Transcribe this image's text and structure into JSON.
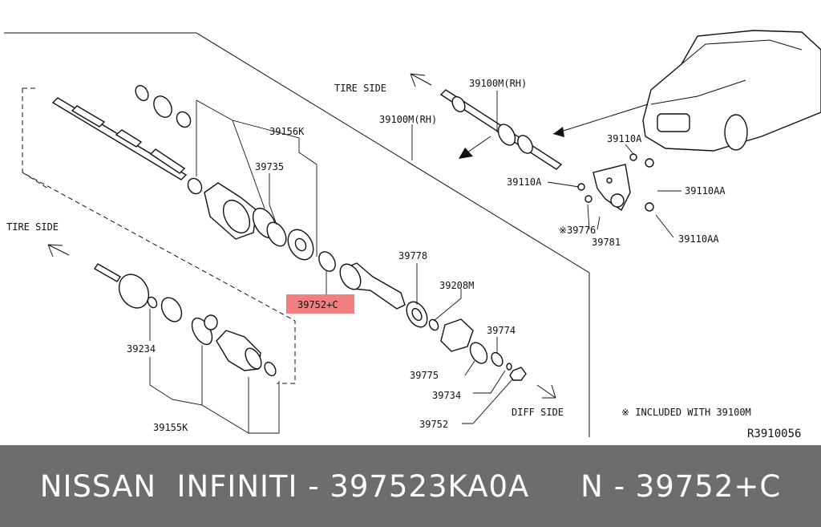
{
  "diagram": {
    "labels": {
      "tire_side_top": "TIRE SIDE",
      "tire_side_left": "TIRE SIDE",
      "diff_side": "DIFF SIDE",
      "shaft_rh_top": "39100M(RH)",
      "shaft_rh_mid": "39100M(RH)",
      "p39156k": "39156K",
      "p39735": "39735",
      "p39752c": "39752+C",
      "p39778": "39778",
      "p39208m": "39208M",
      "p39774": "39774",
      "p39775": "39775",
      "p39734": "39734",
      "p39752": "39752",
      "p39234": "39234",
      "p39155k": "39155K",
      "p39110a_1": "39110A",
      "p39110a_2": "39110A",
      "p39110aa_1": "39110AA",
      "p39110aa_2": "39110AA",
      "p39776": "※39776",
      "p39781": "39781",
      "note": "※ INCLUDED WITH 39100M",
      "ref": "R3910056"
    },
    "highlight_color": "#f08080"
  },
  "footer": {
    "text": "NISSAN  INFINITI - 397523KA0A     N - 39752+C"
  }
}
